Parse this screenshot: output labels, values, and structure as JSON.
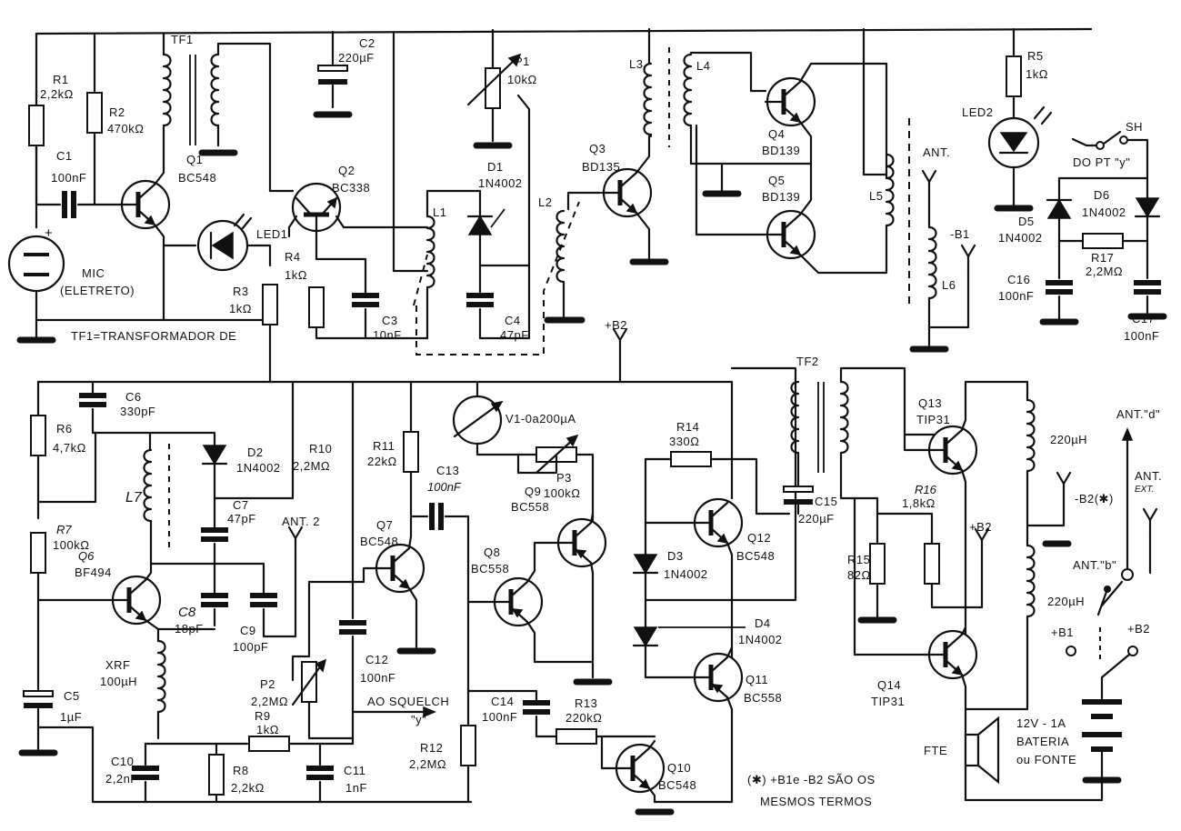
{
  "labels": {
    "R1": "R1",
    "R1_val": "2,2kΩ",
    "R2": "R2",
    "R2_val": "470kΩ",
    "C1": "C1",
    "C1_val": "100nF",
    "MIC": "MIC",
    "MIC_sub": "(ELETRETO)",
    "TF1": "TF1",
    "TF1_note": "TF1=TRANSFORMADOR DE",
    "Q1": "Q1",
    "Q1_val": "BC548",
    "LED1": "LED1",
    "R3": "R3",
    "R3_val": "1kΩ",
    "C2": "C2",
    "C2_val": "220µF",
    "Q2": "Q2",
    "Q2_val": "BC338",
    "R4": "R4",
    "R4_val": "1kΩ",
    "L1": "L1",
    "C3": "C3",
    "C3_val": "10nF",
    "P1": "P1",
    "P1_val": "10kΩ",
    "D1": "D1",
    "D1_val": "1N4002",
    "C4": "C4",
    "C4_val": "47pF",
    "L2": "L2",
    "Q3": "Q3",
    "Q3_val": "BD135",
    "L3": "L3",
    "L4": "L4",
    "Q4": "Q4",
    "Q4_val": "BD139",
    "Q5": "Q5",
    "Q5_val": "BD139",
    "L5": "L5",
    "ANT": "ANT.",
    "B1neg": "-B1",
    "L6": "L6",
    "R5": "R5",
    "R5_val": "1kΩ",
    "LED2": "LED2",
    "SH": "SH",
    "DO_PT": "DO PT \"y\"",
    "D5": "D5",
    "D5_val": "1N4002",
    "D6": "D6",
    "D6_val": "1N4002",
    "R17": "R17",
    "R17_val": "2,2MΩ",
    "C16": "C16",
    "C16_val": "100nF",
    "C17": "C17",
    "C17_val": "100nF",
    "B2pos": "+B2",
    "C6": "C6",
    "C6_val": "330pF",
    "R6": "R6",
    "R6_val": "4,7kΩ",
    "L7": "L7",
    "D2": "D2",
    "D2_val": "1N4002",
    "R7": "R7",
    "R7_val": "100kΩ",
    "Q6": "Q6",
    "Q6_val": "BF494",
    "C7": "C7",
    "C7_val": "47pF",
    "C8": "C8",
    "C8_val": "18pF",
    "C9": "C9",
    "C9_val": "100pF",
    "ANT2": "ANT. 2",
    "R10": "R10",
    "R10_val": "2,2MΩ",
    "R11": "R11",
    "R11_val": "22kΩ",
    "C13": "C13",
    "C13_val": "100nF",
    "Q7": "Q7",
    "Q7_val": "BC548",
    "C12": "C12",
    "C12_val": "100nF",
    "C5": "C5",
    "C5_val": "1µF",
    "XRF": "XRF",
    "XRF_val": "100µH",
    "C10": "C10",
    "C10_val": "2,2nF",
    "R8": "R8",
    "R8_val": "2,2kΩ",
    "R9": "R9",
    "R9_val": "1kΩ",
    "C11": "C11",
    "C11_val": "1nF",
    "P2": "P2",
    "P2_val": "2,2MΩ",
    "SQUELCH": "AO SQUELCH",
    "SQUELCH_y": "\"y\"",
    "V1": "V1-0a200µA",
    "P3": "P3",
    "P3_val": "100kΩ",
    "Q8": "Q8",
    "Q8_val": "BC558",
    "Q9": "Q9",
    "Q9_val": "BC558",
    "R12": "R12",
    "R12_val": "2,2MΩ",
    "C14": "C14",
    "C14_val": "100nF",
    "R13": "R13",
    "R13_val": "220kΩ",
    "Q10": "Q10",
    "Q10_val": "BC548",
    "R14": "R14",
    "R14_val": "330Ω",
    "Q12": "Q12",
    "Q12_val": "BC548",
    "D3": "D3",
    "D3_val": "1N4002",
    "D4": "D4",
    "D4_val": "1N4002",
    "Q11": "Q11",
    "Q11_val": "BC558",
    "TF2": "TF2",
    "C15": "C15",
    "C15_val": "220µF",
    "R16": "R16",
    "R16_val": "1,8kΩ",
    "R15": "R15",
    "R15_val": "82Ω",
    "Q13": "Q13",
    "Q13_val": "TIP31",
    "Q14": "Q14",
    "Q14_val": "TIP31",
    "L220a": "220µH",
    "L220b": "220µH",
    "ANTd": "ANT.\"d\"",
    "B2X": "-B2(✱)",
    "ANTEXT": "ANT.",
    "ANTEXT_sub": "EXT.",
    "ANTb": "ANT.\"b\"",
    "B2pos_r": "+B2",
    "B1pos": "+B1",
    "B2pos_r2": "+B2",
    "BAT1": "12V - 1A",
    "BAT2": "BATERIA",
    "BAT3": "ou FONTE",
    "FTE": "FTE",
    "NOTE1": "(✱) +B1e -B2 SÃO OS",
    "NOTE2": "MESMOS   TERMOS"
  }
}
